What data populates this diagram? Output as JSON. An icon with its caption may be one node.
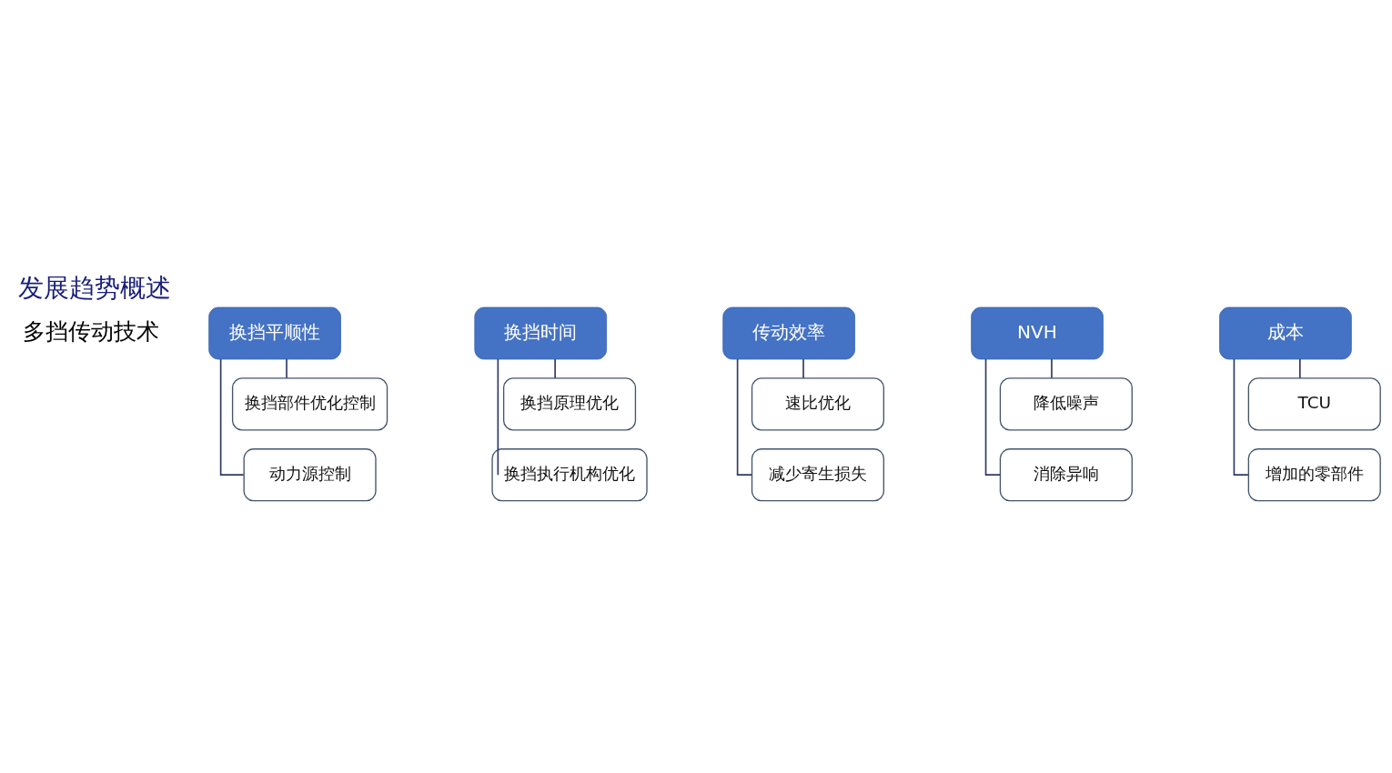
{
  "diagram": {
    "title": "发展趋势概述",
    "nodes": [
      {
        "text": [
          "换挡平顺性"
        ]
      },
      {
        "text": [
          "换挡部件优化控制"
        ]
      },
      {
        "text": [
          "动力源控制"
        ]
      },
      {
        "text": [
          "换挡时间"
        ]
      },
      {
        "text": [
          "换挡原理优化"
        ]
      },
      {
        "text": [
          "换挡执行机构优化"
        ]
      },
      {
        "text": [
          "传动效率"
        ]
      },
      {
        "text": [
          "速比优化"
        ]
      },
      {
        "text": [
          "减少寄生损失"
        ]
      },
      {
        "text": [
          "NVH"
        ]
      },
      {
        "text": [
          "降低噪声"
        ]
      },
      {
        "text": [
          "消除异响"
        ]
      },
      {
        "text": [
          "成本"
        ]
      },
      {
        "text": [
          "TCU"
        ]
      },
      {
        "text": [
          "增加的零部件"
        ]
      }
    ],
    "edges": [
      {
        "from": 0,
        "to": 1,
        "arrow": "none"
      },
      {
        "from": 0,
        "to": 2,
        "arrow": "none"
      },
      {
        "from": 3,
        "to": 4,
        "arrow": "none"
      },
      {
        "from": 3,
        "to": 5,
        "arrow": "none"
      },
      {
        "from": 6,
        "to": 7,
        "arrow": "none"
      },
      {
        "from": 6,
        "to": 8,
        "arrow": "none"
      },
      {
        "from": 9,
        "to": 10,
        "arrow": "none"
      },
      {
        "from": 9,
        "to": 11,
        "arrow": "none"
      },
      {
        "from": 12,
        "to": 13,
        "arrow": "none"
      },
      {
        "from": 12,
        "to": 14,
        "arrow": "none"
      }
    ],
    "labels": [
      "多挡传动技术"
    ]
  }
}
